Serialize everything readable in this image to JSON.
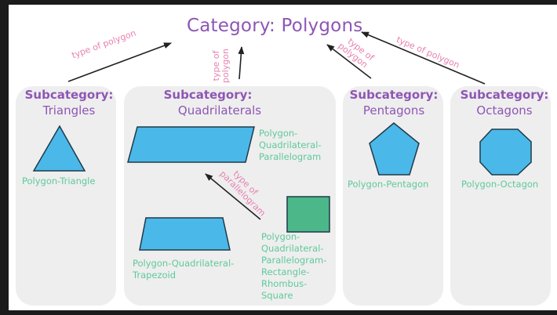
{
  "diagram": {
    "title": "Category: Polygons",
    "colors": {
      "title": "#8e56b4",
      "shape_label": "#5fc99c",
      "edge_label": "#e880b0",
      "shape_fill_blue": "#4bb8ea",
      "shape_fill_green": "#4cb88a",
      "panel_bg": "#eeeeee",
      "arrow": "#222222"
    },
    "subcategories": [
      {
        "id": "triangles",
        "heading": "Subcategory:",
        "name": "Triangles",
        "shapes": [
          {
            "type": "triangle-icon",
            "label": "Polygon-Triangle"
          }
        ]
      },
      {
        "id": "quadrilaterals",
        "heading": "Subcategory:",
        "name": "Quadrilaterals",
        "shapes": [
          {
            "type": "parallelogram-icon",
            "label_lines": [
              "Polygon-",
              "Quadrilateral-",
              "Parallelogram"
            ]
          },
          {
            "type": "trapezoid-icon",
            "label_lines": [
              "Polygon-Quadrilateral-",
              "Trapezoid"
            ]
          },
          {
            "type": "square-icon",
            "label_lines": [
              "Polygon-",
              "Quadrilateral-",
              "Parallelogram-",
              "Rectangle-",
              "Rhombus-",
              "Square"
            ]
          }
        ]
      },
      {
        "id": "pentagons",
        "heading": "Subcategory:",
        "name": "Pentagons",
        "shapes": [
          {
            "type": "pentagon-icon",
            "label": "Polygon-Pentagon"
          }
        ]
      },
      {
        "id": "octagons",
        "heading": "Subcategory:",
        "name": "Octagons",
        "shapes": [
          {
            "type": "octagon-icon",
            "label": "Polygon-Octagon"
          }
        ]
      }
    ],
    "edges": [
      {
        "from": "Triangles",
        "to": "Category: Polygons",
        "label": "type of polygon"
      },
      {
        "from": "Quadrilaterals",
        "to": "Category: Polygons",
        "label_lines": [
          "type of",
          "polygon"
        ]
      },
      {
        "from": "Pentagons",
        "to": "Category: Polygons",
        "label_lines": [
          "type of",
          "polygon"
        ]
      },
      {
        "from": "Octagons",
        "to": "Category: Polygons",
        "label": "type of polygon"
      },
      {
        "from": "Polygon-Quadrilateral-Parallelogram-Rectangle-Rhombus-Square",
        "to": "Polygon-Quadrilateral-Parallelogram",
        "label_lines": [
          "type of",
          "parallelogram"
        ]
      }
    ]
  }
}
